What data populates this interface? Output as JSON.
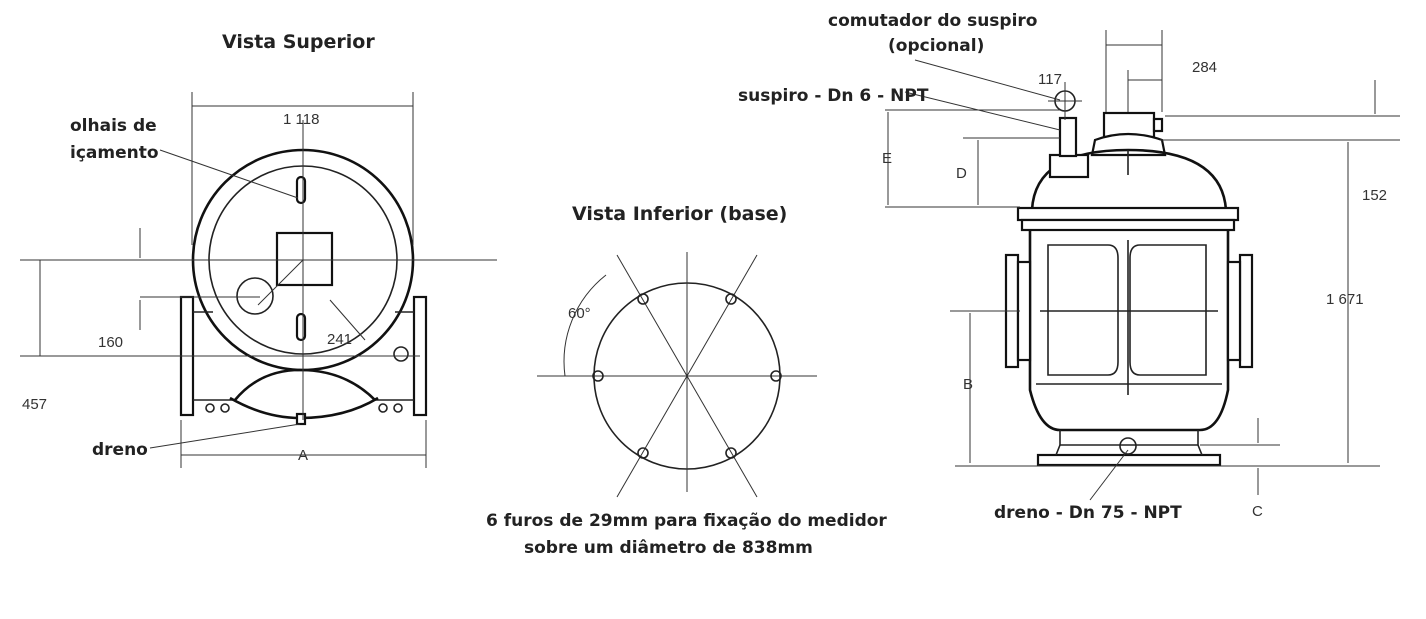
{
  "titles": {
    "top_view": "Vista Superior",
    "bottom_view": "Vista Inferior (base)"
  },
  "labels": {
    "lifting_eyes_line1": "olhais de",
    "lifting_eyes_line2": "içamento",
    "drain_left": "dreno",
    "vent_switch_line1": "comutador do suspiro",
    "vent_switch_line2": "(opcional)",
    "vent": "suspiro - Dn 6 - NPT",
    "drain_right": "dreno - Dn 75 - NPT",
    "holes_line1": "6 furos de 29mm para fixação do medidor",
    "holes_line2": "sobre um diâmetro de 838mm"
  },
  "dimensions": {
    "top_width": "1 118",
    "d160": "160",
    "d241": "241",
    "d457": "457",
    "dimA": "A",
    "angle": "60°",
    "d117": "117",
    "d284": "284",
    "dimE": "E",
    "dimD": "D",
    "d152": "152",
    "d1671": "1 671",
    "dimB": "B",
    "dimC": "C"
  }
}
